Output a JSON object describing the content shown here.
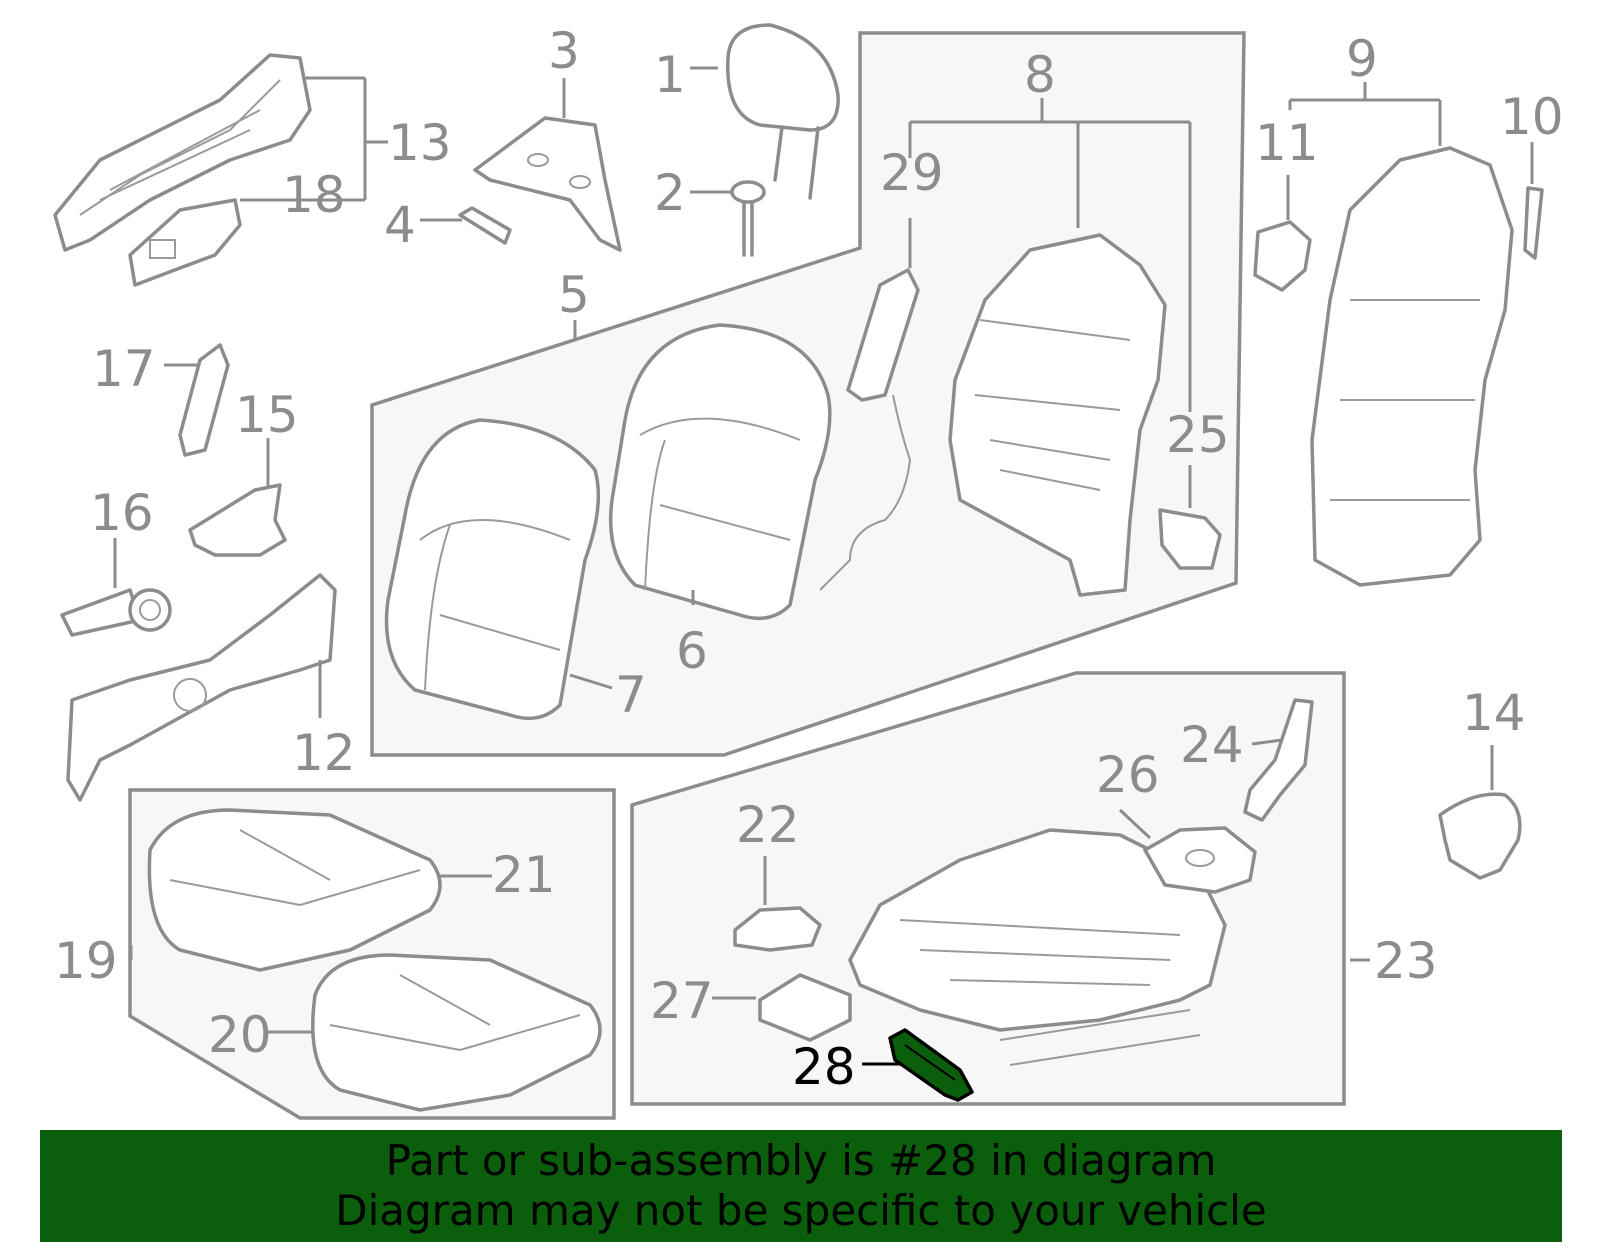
{
  "callouts": [
    "1",
    "2",
    "3",
    "4",
    "5",
    "6",
    "7",
    "8",
    "9",
    "10",
    "11",
    "12",
    "13",
    "14",
    "15",
    "16",
    "17",
    "18",
    "19",
    "20",
    "21",
    "22",
    "23",
    "24",
    "25",
    "26",
    "27",
    "28",
    "29"
  ],
  "highlight_callout": "28",
  "colors": {
    "highlight_part": "#0b5e0b",
    "banner_bg": "#0b5e0b",
    "line_gray": "#8c8c8c",
    "group_fill": "#f7f7f7"
  },
  "banner": {
    "line1": "Part or sub-assembly is #28 in diagram",
    "line2": "Diagram may not be specific to your vehicle"
  }
}
